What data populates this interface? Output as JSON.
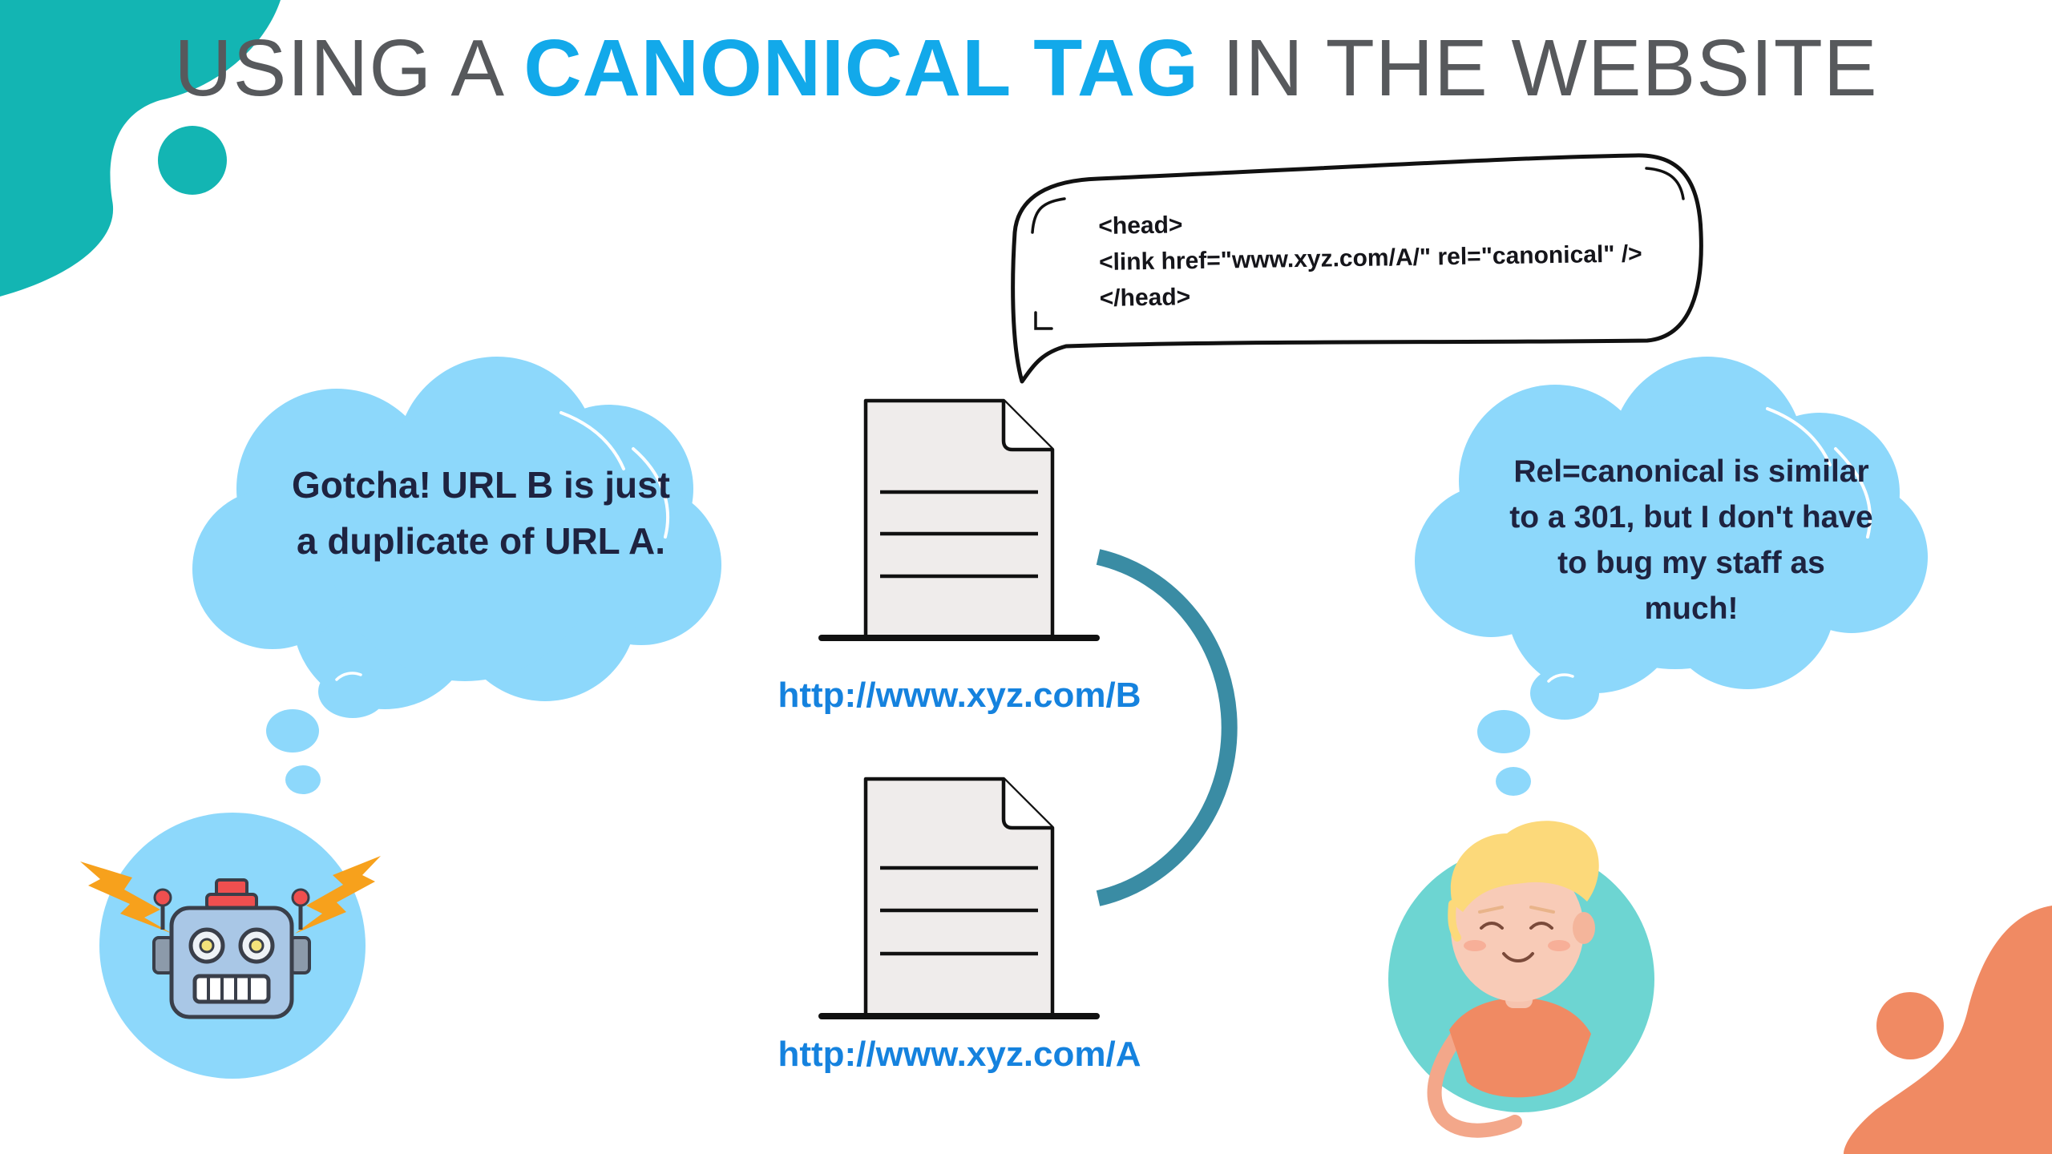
{
  "title": {
    "prefix": "USING A",
    "highlight": "CANONICAL TAG",
    "suffix": "IN THE WEBSITE"
  },
  "code_bubble": {
    "lines": [
      "<head>",
      "<link href=\"www.xyz.com/A/\" rel=\"canonical\" />",
      "</head>"
    ]
  },
  "documents": {
    "page_b_url": "http://www.xyz.com/B",
    "page_a_url": "http://www.xyz.com/A"
  },
  "robot_thought": {
    "text": "Gotcha! URL B is just a duplicate of URL A."
  },
  "person_thought": {
    "text": "Rel=canonical is similar to a 301, but I don't have to bug my staff as much!"
  },
  "colors": {
    "title_gray": "#57595c",
    "title_accent": "#12a9ea",
    "url_blue": "#1582de",
    "cloud_blue": "#8dd8fb",
    "teal_blob": "#13b5b3",
    "orange_blob": "#f08a63",
    "connector_arc": "#3a8ca4"
  },
  "icons": [
    "robot-icon",
    "person-icon",
    "document-icon",
    "lightning-icon"
  ]
}
